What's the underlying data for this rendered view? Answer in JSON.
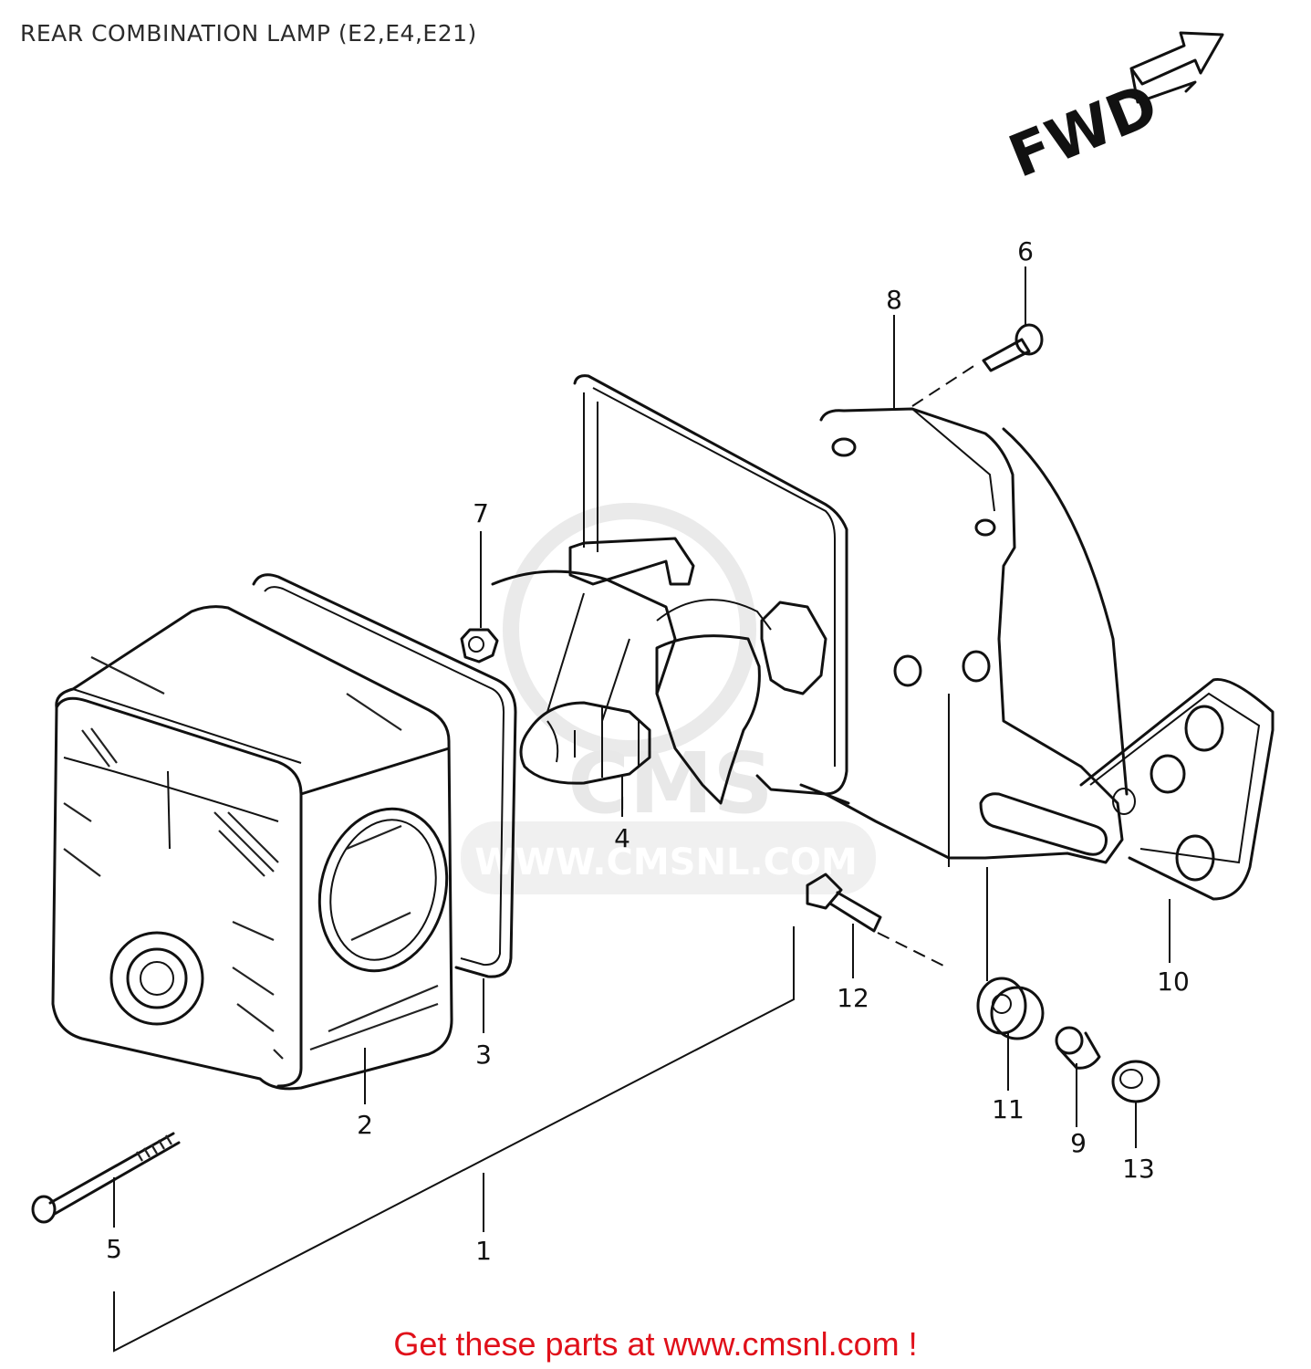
{
  "title": "REAR COMBINATION LAMP (E2,E4,E21)",
  "direction_marker": "FWD",
  "watermark": {
    "brand": "CMS",
    "url": "WWW.CMSNL.COM"
  },
  "callouts": [
    {
      "id": "label-1",
      "text": "1"
    },
    {
      "id": "label-2",
      "text": "2"
    },
    {
      "id": "label-3",
      "text": "3"
    },
    {
      "id": "label-4",
      "text": "4"
    },
    {
      "id": "label-5",
      "text": "5"
    },
    {
      "id": "label-6",
      "text": "6"
    },
    {
      "id": "label-7",
      "text": "7"
    },
    {
      "id": "label-8",
      "text": "8"
    },
    {
      "id": "label-9",
      "text": "9"
    },
    {
      "id": "label-10",
      "text": "10"
    },
    {
      "id": "label-11",
      "text": "11"
    },
    {
      "id": "label-12",
      "text": "12"
    },
    {
      "id": "label-13",
      "text": "13"
    }
  ],
  "footer": {
    "cta": "Get these parts at www.cmsnl.com !",
    "color": "#e0101a"
  }
}
